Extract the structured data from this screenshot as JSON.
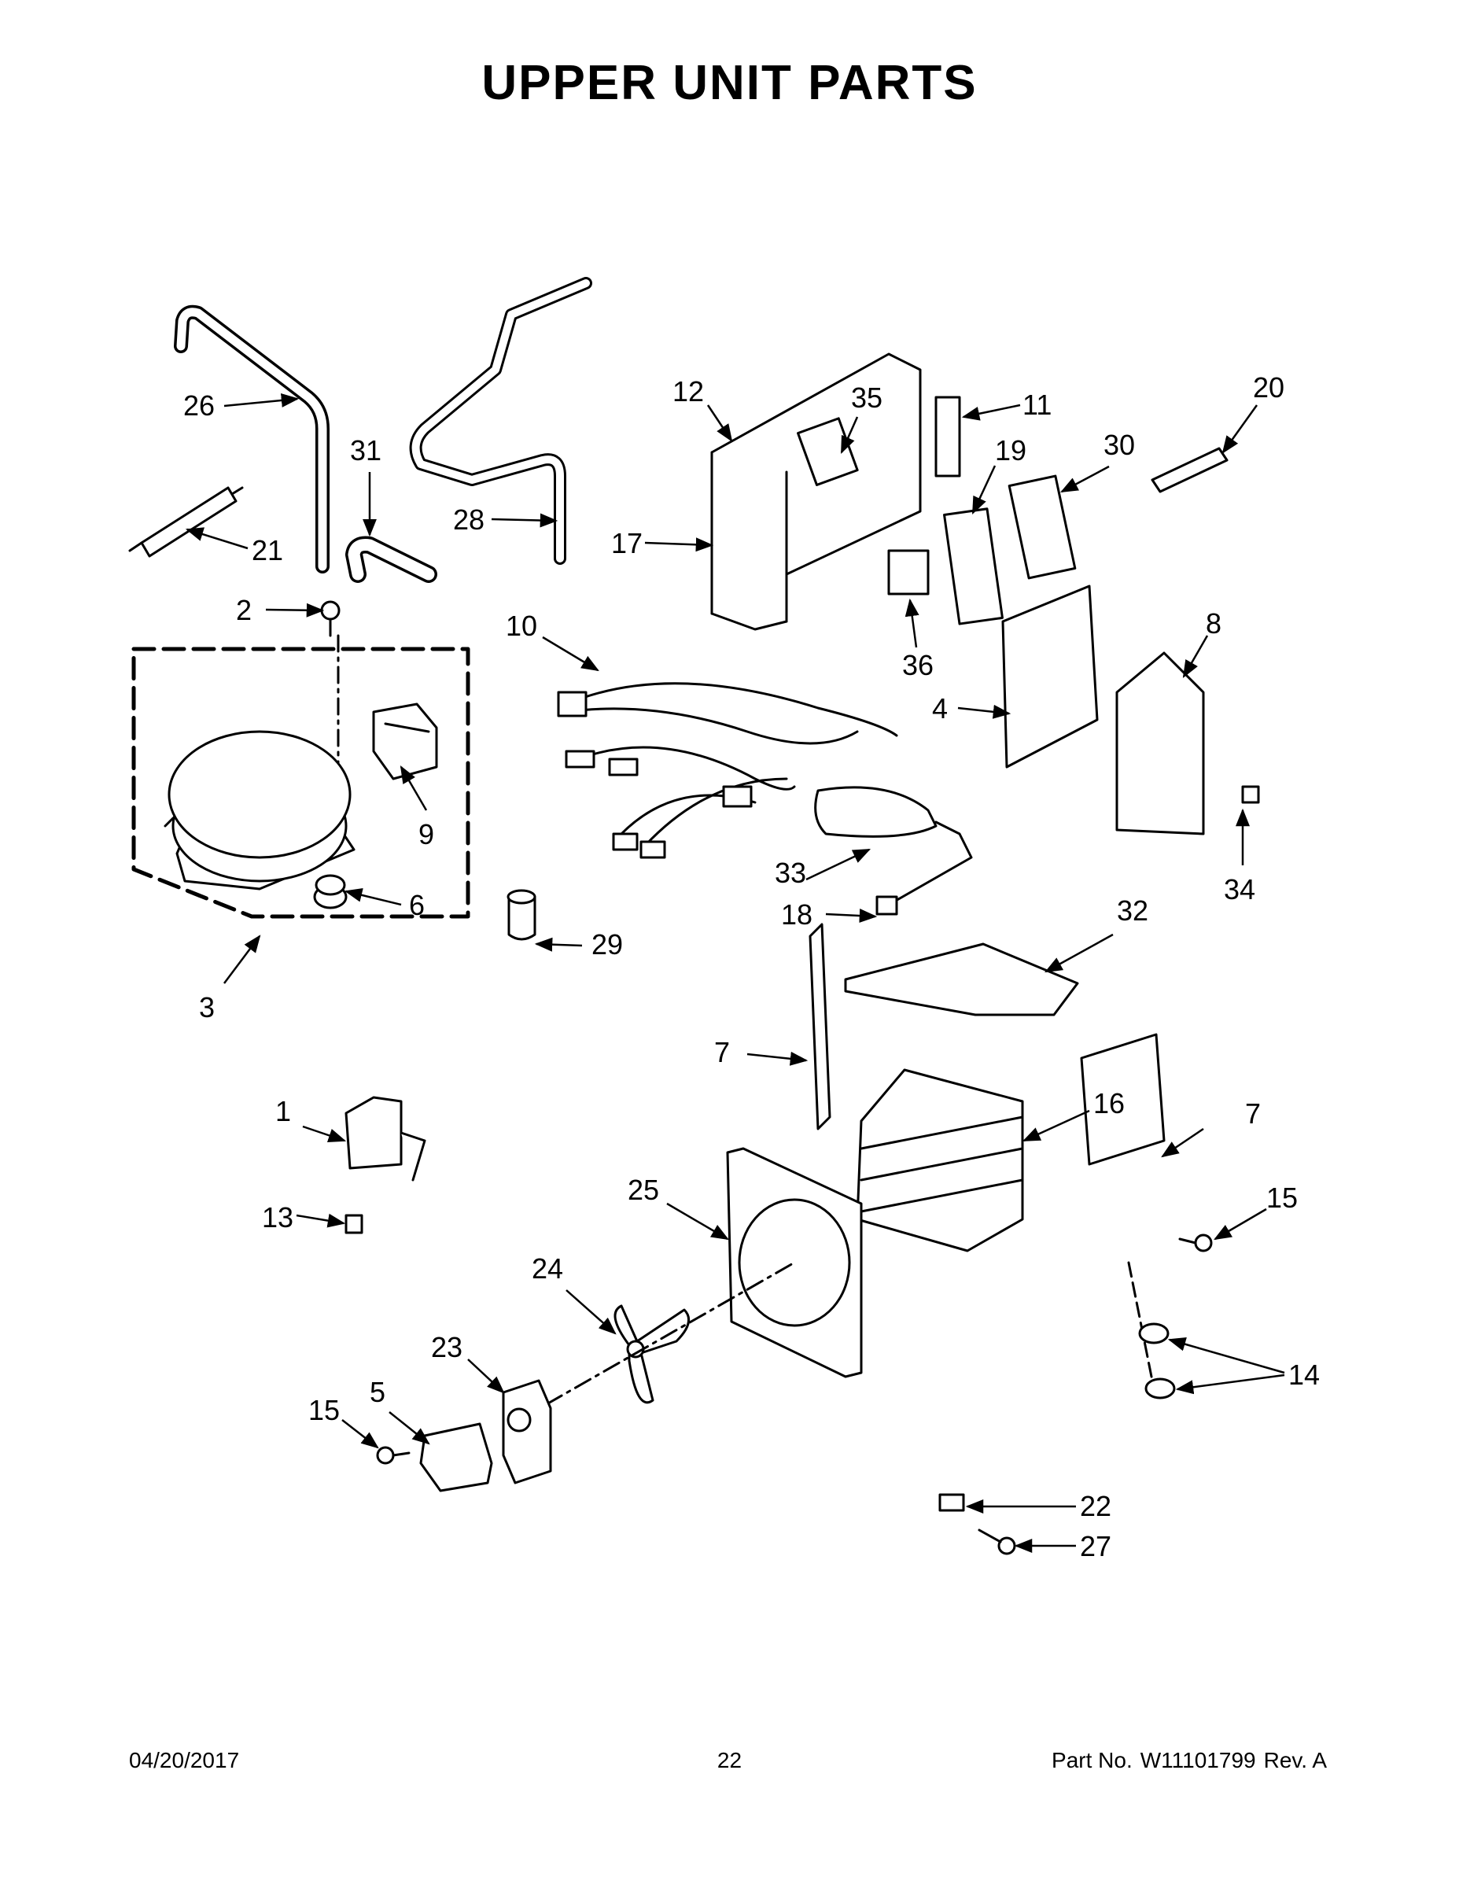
{
  "page": {
    "title": "UPPER UNIT PARTS",
    "footer": {
      "date": "04/20/2017",
      "page_number": "22",
      "part_label": "Part No.",
      "part_number": "W11101799",
      "revision": "Rev. A"
    }
  },
  "callouts": [
    "26",
    "31",
    "21",
    "28",
    "2",
    "17",
    "12",
    "35",
    "11",
    "20",
    "19",
    "30",
    "36",
    "10",
    "8",
    "4",
    "9",
    "6",
    "3",
    "29",
    "33",
    "18",
    "32",
    "34",
    "7",
    "16",
    "1",
    "13",
    "25",
    "24",
    "23",
    "5",
    "15",
    "14",
    "22",
    "27"
  ],
  "colors": {
    "ink": "#000000",
    "paper": "#ffffff",
    "shade": "#e8e8e8"
  }
}
